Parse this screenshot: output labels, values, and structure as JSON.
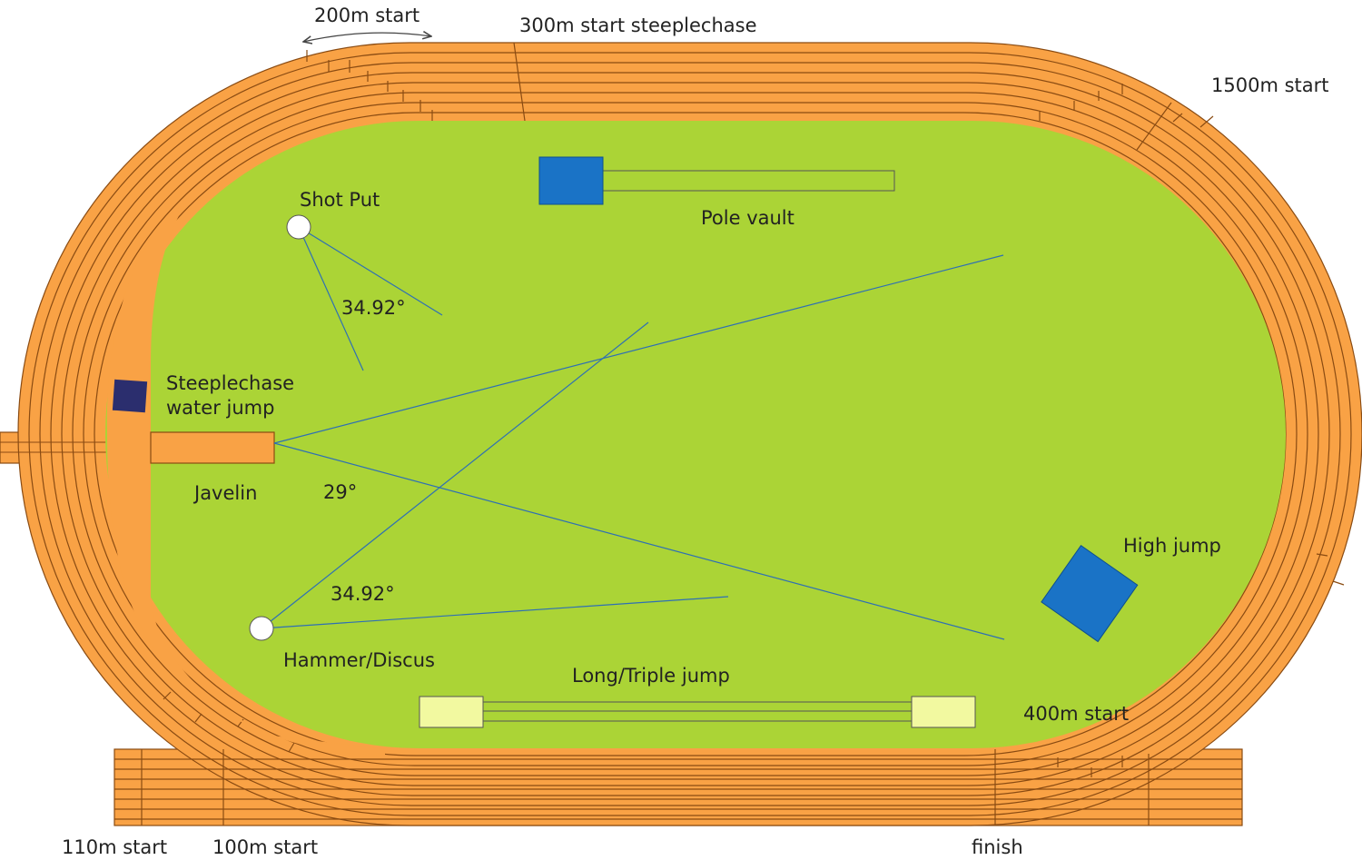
{
  "diagram": {
    "title": "Athletics stadium layout",
    "labels": {
      "start_200m": "200m start",
      "start_300m_steeplechase": "300m start steeplechase",
      "start_1500m": "1500m start",
      "shot_put": "Shot Put",
      "pole_vault": "Pole vault",
      "angle_shot_put": "34.92°",
      "steeplechase_line1": "Steeplechase",
      "steeplechase_line2": "water jump",
      "javelin": "Javelin",
      "angle_javelin": "29°",
      "high_jump": "High jump",
      "angle_hammer": "34.92°",
      "hammer_discus": "Hammer/Discus",
      "long_triple_jump": "Long/Triple jump",
      "start_400m": "400m start",
      "start_110m": "110m start",
      "start_100m": "100m start",
      "finish": "finish"
    },
    "colors": {
      "track": "#F9A245",
      "infield": "#ABD436",
      "lane_line": "#8A4B12",
      "sector_line": "#2E6FB5",
      "apparatus_blue": "#1A73C6",
      "water_jump": "#2B2E6E",
      "pit": "#F2F9A0",
      "circle": "#FFFFFF"
    },
    "lanes": 8
  }
}
